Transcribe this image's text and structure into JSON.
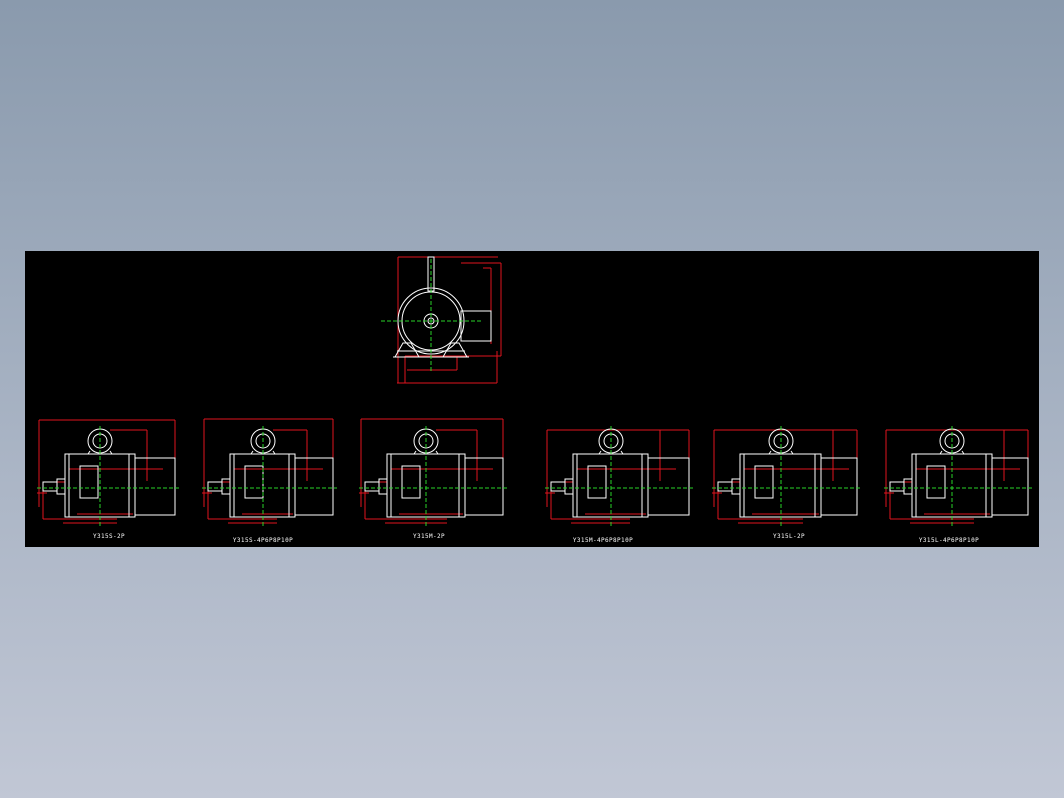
{
  "drawing": {
    "title": "",
    "views": [
      {
        "label": "Y315S-2P"
      },
      {
        "label": "Y315S-4P6P8P10P"
      },
      {
        "label": "Y315M-2P"
      },
      {
        "label": "Y315M-4P6P8P10P"
      },
      {
        "label": "Y315L-2P"
      },
      {
        "label": "Y315L-4P6P8P10P"
      }
    ]
  },
  "colors": {
    "background": "#000000",
    "outline": "#ffffff",
    "dimension": "#e0141e",
    "centerline": "#28d228"
  }
}
